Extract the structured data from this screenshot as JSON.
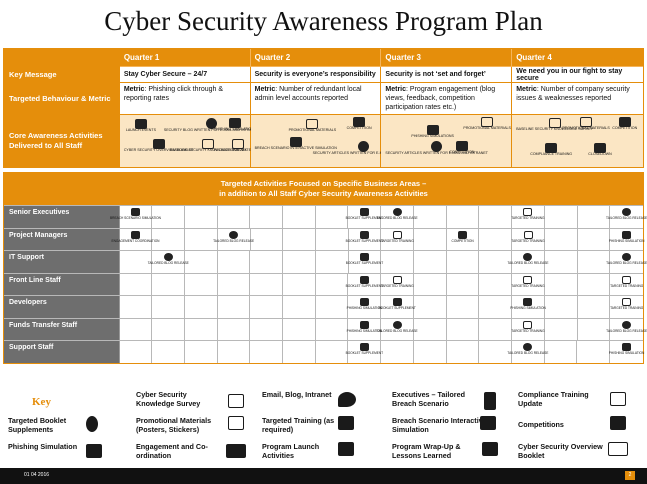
{
  "title": "Cyber Security Awareness Program Plan",
  "quarters": [
    "Quarter 1",
    "Quarter 2",
    "Quarter 3",
    "Quarter 4"
  ],
  "key_message": {
    "label": "Key Message",
    "values": [
      "Stay Cyber Secure – 24/7",
      "Security is everyone’s responsibility",
      "Security is not ‘set and forget’",
      "We need you in our fight to stay secure"
    ]
  },
  "targeted_behaviour": {
    "label": "Targeted Behaviour & Metric",
    "metric_prefix": "Metric",
    "values": [
      ": Phishing click through & reporting rates",
      ": Number of redundant local admin level accounts reported",
      ": Program engagement (blog views, feedback, competition participation rates etc.)",
      ": Number of company security issues & weaknesses reported"
    ]
  },
  "core_activities": {
    "label_line1": "Core Awareness Activities",
    "label_line2": "Delivered to All Staff",
    "q1": [
      "Launch Events",
      "Security blog written for E-mail and intranet",
      "Phishing Simulations",
      "Cyber Security Overview Booklet",
      "Baseline Security Knowledge Survey",
      "Promotional Materials"
    ],
    "q2": [
      "Promotional Materials",
      "Competition",
      "Breach Scenario Interactive Simulation",
      "Security articles written for E-mail and intranet"
    ],
    "q3": [
      "Promotional Materials",
      "Phishing Simulations",
      "Security articles written for E-mail and intranet",
      "Competition"
    ],
    "q4": [
      "Baseline Security Knowledge Survey",
      "Promotional Materials",
      "Competition",
      "Compliance Training",
      "Closedown"
    ]
  },
  "targeted": {
    "header_line1": "Targeted Activities Focused on Specific Business Areas –",
    "header_line2": "in addition to All Staff Cyber Security Awareness Activities",
    "rows": [
      "Senior Executives",
      "Project Managers",
      "IT Support",
      "Front Line Staff",
      "Developers",
      "Funds Transfer Staff",
      "Support Staff"
    ],
    "labels": {
      "breach": "Breach Scenario Simulation",
      "engage": "Engagement Coordination",
      "booklet": "Booklet Supplement",
      "blog": "Tailored Blog Release",
      "training": "Targeted Training",
      "comp": "Competition",
      "phish": "Phishing Simulation"
    }
  },
  "key": {
    "title": "Key",
    "items": [
      "Cyber Security Knowledge Survey",
      "Email, Blog, Intranet",
      "Executives – Tailored Breach Scenario",
      "Compliance Training Update",
      "Targeted Booklet Supplements",
      "Promotional Materials (Posters, Stickers)",
      "Targeted Training (as required)",
      "Breach Scenario Interactive Simulation",
      "Competitions",
      "Phishing Simulation",
      "Engagement and Co-ordination",
      "Program Launch Activities",
      "Program Wrap-Up & Lessons Learned",
      "Cyber Security Overview Booklet"
    ]
  },
  "footer": {
    "date": "01 04 2016",
    "page": "2"
  },
  "colors": {
    "accent": "#e58e0b",
    "row_label": "#6e6e6e",
    "activity_bg": "#fbe6c4"
  }
}
